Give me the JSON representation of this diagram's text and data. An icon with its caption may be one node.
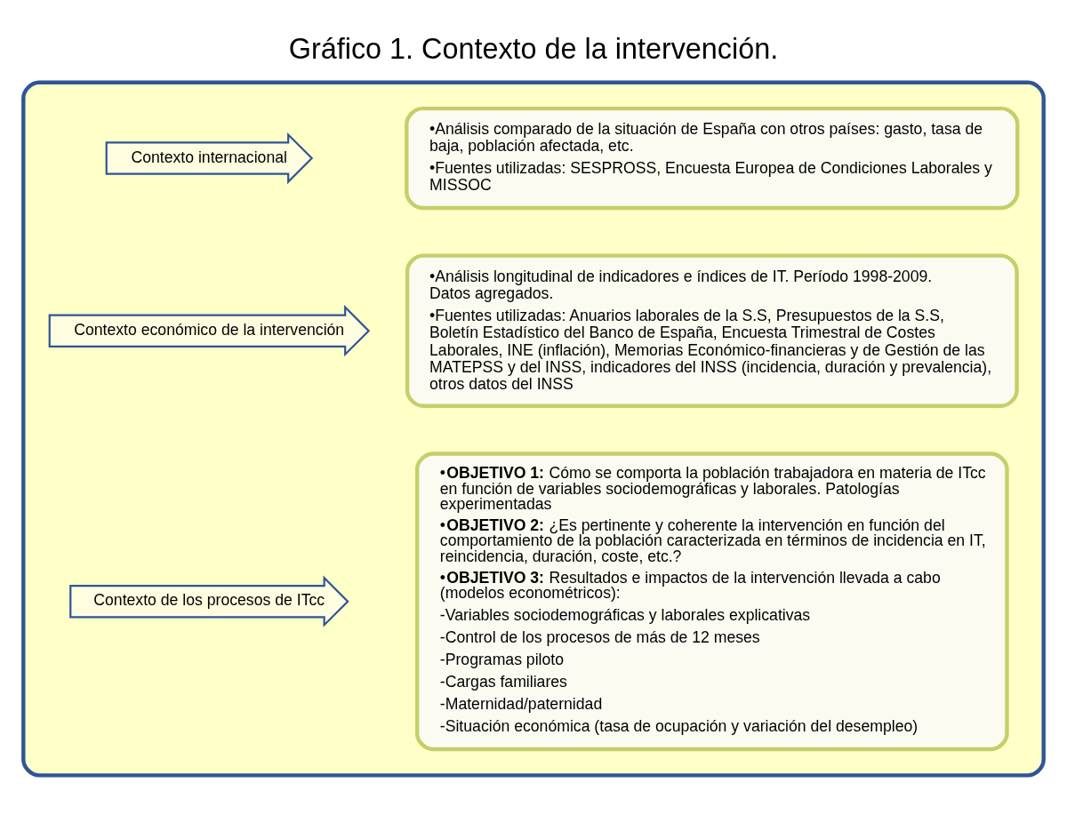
{
  "diagram": {
    "title": "Gráfico 1. Contexto de la intervención.",
    "nodes": [
      {
        "text": [],
        "shape": "box"
      },
      {
        "text": [
          "Contexto internacional"
        ],
        "in": 0
      },
      {
        "text": [
          "•Análisis comparado de la situación de España con otros países: gasto, tasa de baja, población afectada, etc.",
          "•Fuentes utilizadas: SESPROSS, Encuesta Europea de Condiciones Laborales y MISSOC"
        ],
        "in": 0
      },
      {
        "text": [
          "Contexto económico de la intervención"
        ],
        "in": 0
      },
      {
        "text": [
          "•Análisis longitudinal de indicadores e índices de IT. Período 1998-2009. Datos agregados.",
          "•Fuentes utilizadas: Anuarios laborales de la S.S, Presupuestos de la S.S, Boletín Estadístico del Banco de España, Encuesta Trimestral de Costes Laborales, INE (inflación), Memorias Económico-financieras y de Gestión de las MATEPSS y del INSS, indicadores del INSS (incidencia, duración y prevalencia), otros datos del INSS"
        ],
        "in": 0
      },
      {
        "text": [
          "Contexto de los procesos de ITcc"
        ],
        "in": 0
      },
      {
        "text": [
          "•**OBJETIVO 1:** Cómo se comporta la población trabajadora en materia de ITcc en función de variables sociodemográficas y laborales. Patologías experimentadas",
          "•**OBJETIVO 2:** ¿Es pertinente y coherente la intervención en función del comportamiento de la población caracterizada en términos de incidencia en IT, reincidencia, duración, coste, etc.?",
          "•**OBJETIVO 3:** Resultados e impactos de la intervención llevada a cabo (modelos econométricos):",
          "-Variables sociodemográficas y laborales explicativas",
          "-Control de los procesos de más de 12 meses",
          "-Programas piloto",
          "-Cargas familiares",
          "-Maternidad/paternidad",
          "-Situación económica (tasa de ocupación y variación del desempleo)"
        ],
        "in": 0
      }
    ]
  }
}
